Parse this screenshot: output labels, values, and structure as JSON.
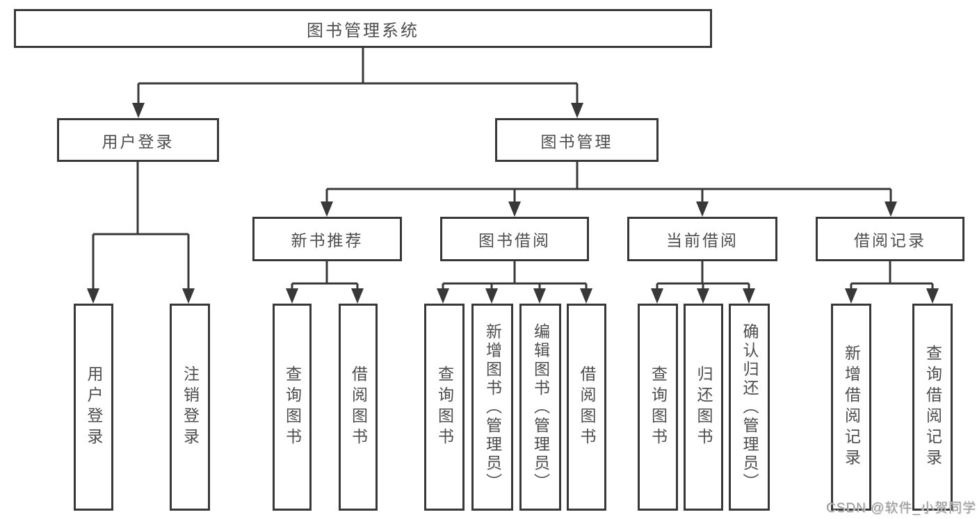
{
  "tree": {
    "root": {
      "label": "图书管理系统"
    },
    "branches": [
      {
        "label": "用户登录",
        "children": [
          {
            "label": "用户登录"
          },
          {
            "label": "注销登录"
          }
        ]
      },
      {
        "label": "图书管理",
        "groups": [
          {
            "label": "新书推荐",
            "children": [
              {
                "label": "查询图书"
              },
              {
                "label": "借阅图书"
              }
            ]
          },
          {
            "label": "图书借阅",
            "children": [
              {
                "label": "查询图书"
              },
              {
                "label": "新增图书（管理员）"
              },
              {
                "label": "编辑图书（管理员）"
              },
              {
                "label": "借阅图书"
              }
            ]
          },
          {
            "label": "当前借阅",
            "children": [
              {
                "label": "查询图书"
              },
              {
                "label": "归还图书"
              },
              {
                "label": "确认归还（管理员）"
              }
            ]
          },
          {
            "label": "借阅记录",
            "children": [
              {
                "label": "新增借阅记录"
              },
              {
                "label": "查询借阅记录"
              }
            ]
          }
        ]
      }
    ]
  },
  "watermark": {
    "text": "CSDN @软件_小贺同学"
  },
  "colors": {
    "line": "#383838",
    "box_border": "#383838",
    "text": "#4d4d4d",
    "watermark": "#9b9b9b",
    "background": "#ffffff"
  }
}
